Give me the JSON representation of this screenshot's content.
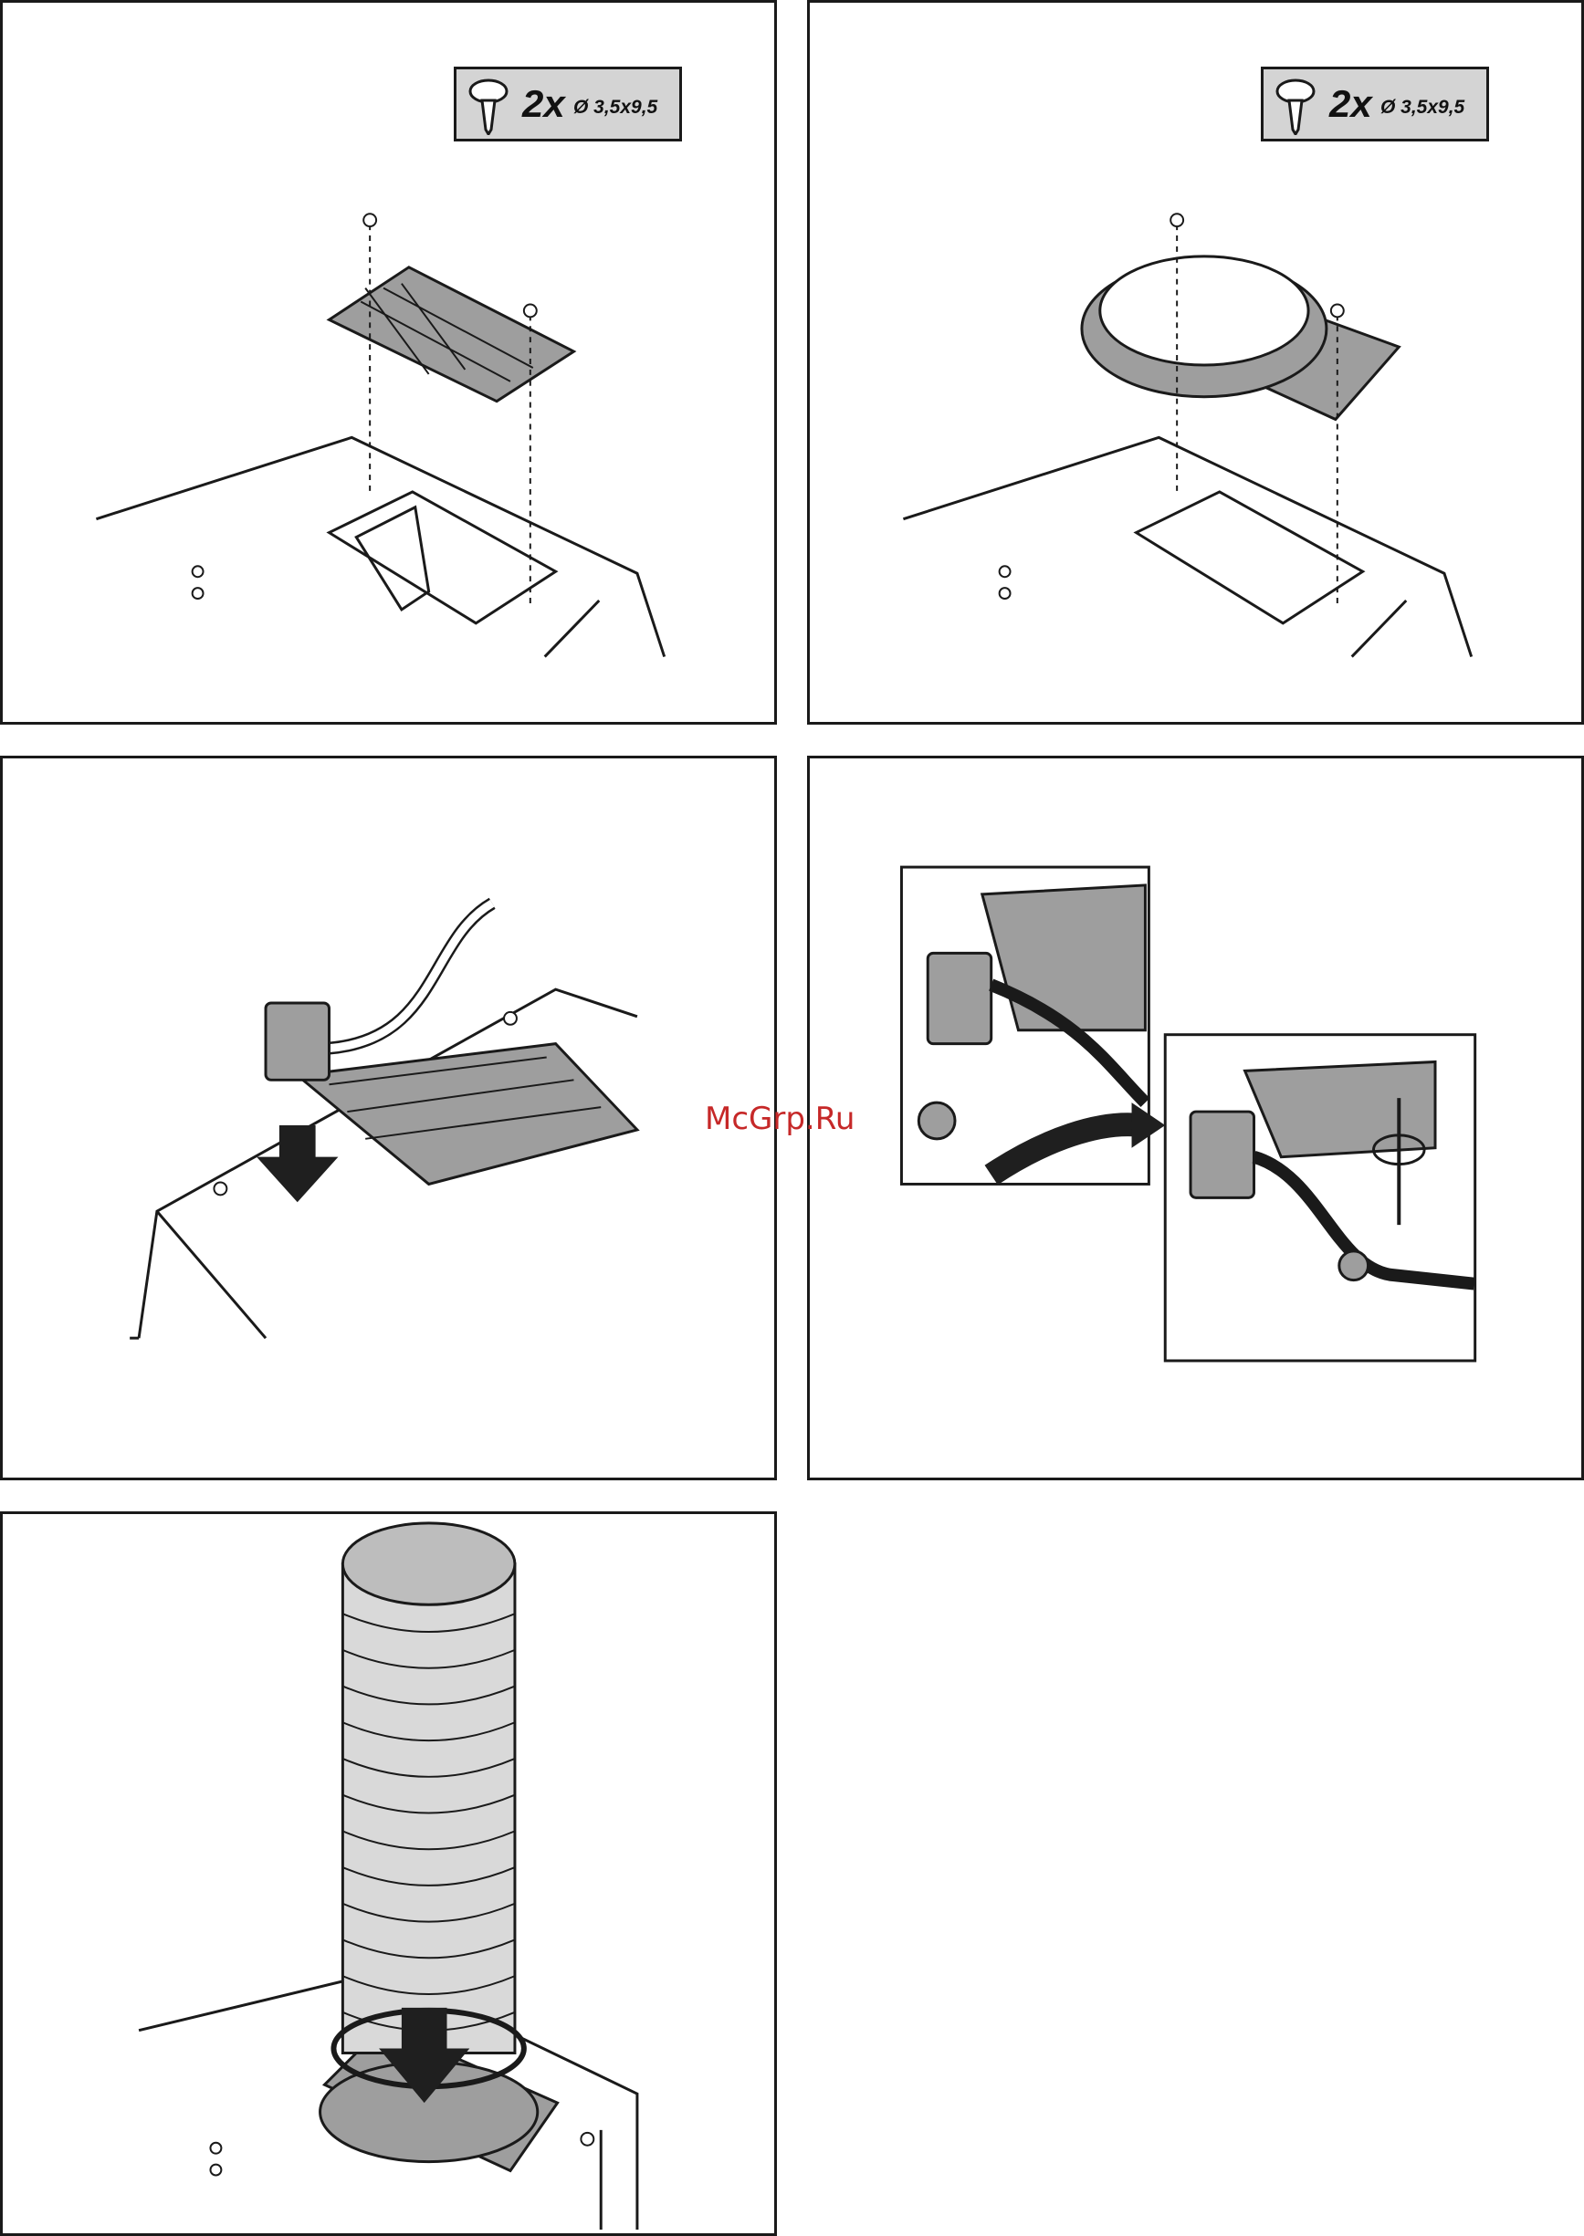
{
  "fixing_badge": {
    "quantity": "2x",
    "screw_size": "Ø 3,5x9,5",
    "icon": "screw-icon"
  },
  "watermark": {
    "text": "McGrp.Ru",
    "color": "#c62828"
  },
  "colors": {
    "line": "#1a1a1a",
    "part_fill": "#8a8a8a",
    "badge_fill": "#d4d4d4",
    "arrow_fill": "#1f1f1f"
  }
}
